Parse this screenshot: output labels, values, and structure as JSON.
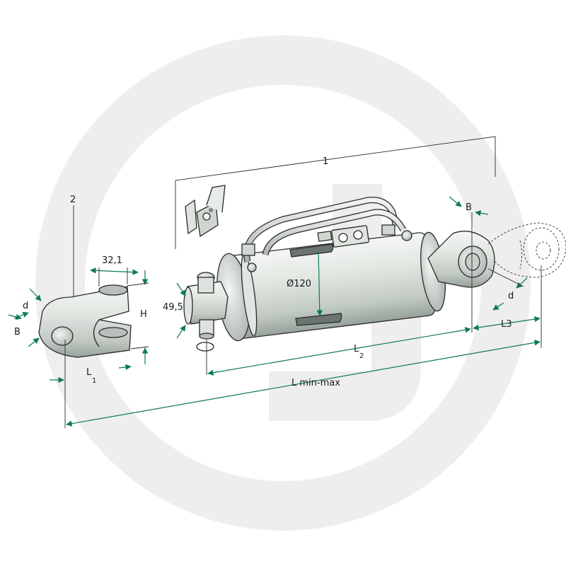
{
  "colors": {
    "watermark": "#eeeeee",
    "dimension": "#0b7a5a",
    "metal_light": "#e9ece8",
    "metal_mid": "#c9d0ca",
    "metal_dark": "#8f9a93",
    "outline": "#2a2a2a"
  },
  "icons": {
    "watermark": "brand-logo-watermark-icon",
    "arrow": "dimension-arrow-icon"
  },
  "labels": {
    "callout_1": "1",
    "callout_2": "2",
    "dim_32_1": "32,1",
    "dim_49_5": "49,5",
    "dim_diameter": "Ø120",
    "dim_H": "H",
    "dim_d_left": "d",
    "dim_B_left": "B",
    "dim_L1_main": "L",
    "dim_L1_sub": "1",
    "dim_L2_main": "L",
    "dim_L2_sub": "2",
    "dim_L_min_max": "L min-max",
    "dim_B_right": "B",
    "dim_d_right": "d",
    "dim_L3": "L3"
  }
}
